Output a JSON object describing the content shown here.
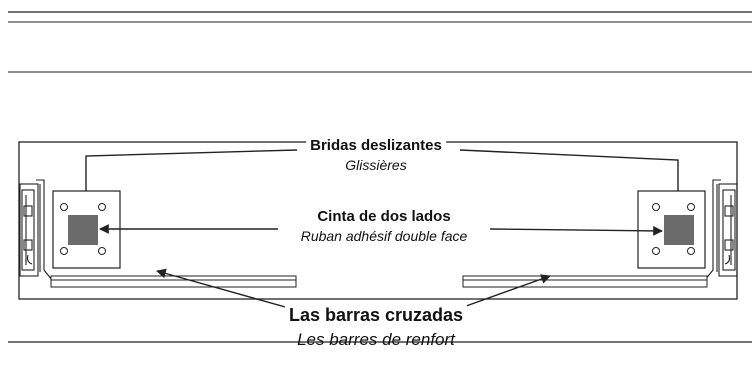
{
  "labels": {
    "bridas_es": "Bridas deslizantes",
    "bridas_fr": "Glissières",
    "cinta_es": "Cinta de dos lados",
    "cinta_fr": "Ruban adhésif double face",
    "barras_es": "Las barras cruzadas",
    "barras_fr": "Les barres de renfort"
  },
  "colors": {
    "line": "#222222",
    "tape": "#6b6b6b",
    "background": "#ffffff"
  }
}
